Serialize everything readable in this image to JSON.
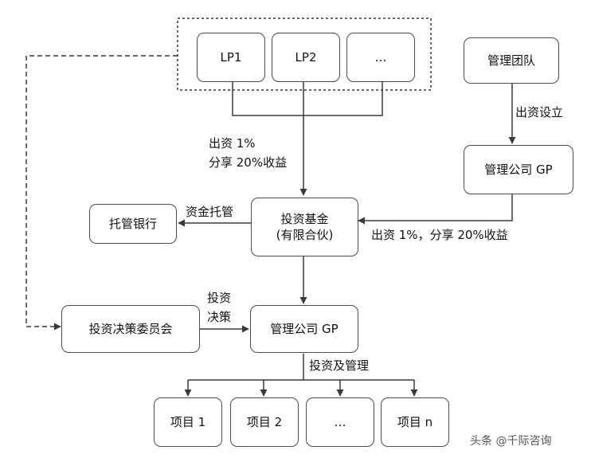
{
  "nodes": {
    "lp1": "LP1",
    "lp2": "LP2",
    "lp_more": "…",
    "mgmt_team": "管理团队",
    "gp_top": "管理公司 GP",
    "fund_line1": "投资基金",
    "fund_line2": "(有限合伙)",
    "custodian": "托管银行",
    "committee": "投资决策委员会",
    "gp_mid": "管理公司 GP",
    "project1": "项目 1",
    "project2": "项目 2",
    "project_more": "…",
    "projectn": "项目 n"
  },
  "edges": {
    "lp_to_fund_line1": "出资 1%",
    "lp_to_fund_line2": "分享 20%收益",
    "team_to_gp": "出资设立",
    "gp_to_fund": "出资 1%，分享 20%收益",
    "fund_to_custodian": "资金托管",
    "committee_to_gp_line1": "投资",
    "committee_to_gp_line2": "决策",
    "gp_to_projects": "投资及管理"
  },
  "watermark": "头条 @千际咨询",
  "colors": {
    "line": "#3a3a3a",
    "border": "#4d4d4d",
    "text": "#111111"
  }
}
